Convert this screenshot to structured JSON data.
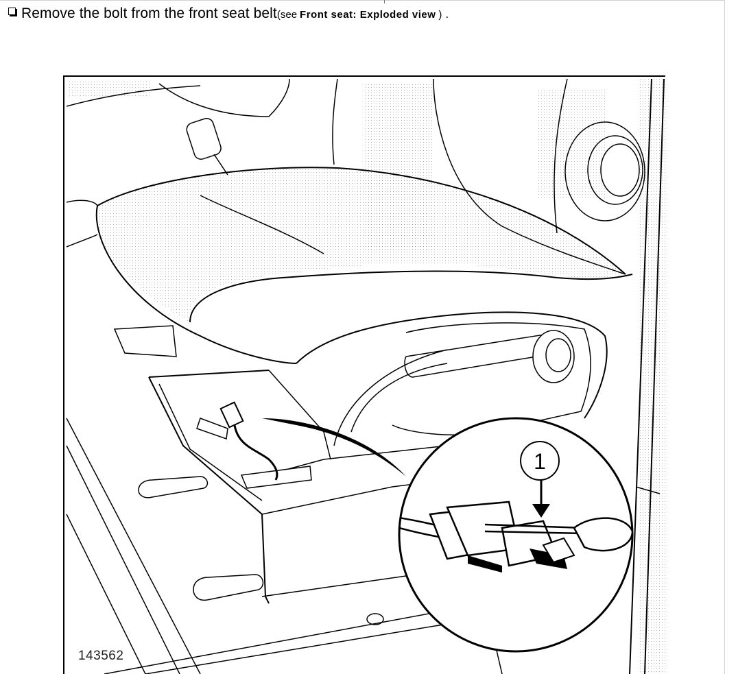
{
  "step": {
    "text": "Remove the bolt from the front seat belt",
    "paren_open": "(see",
    "reference_link": "Front seat: Exploded view",
    "paren_close": ")",
    "terminator": "."
  },
  "figure": {
    "number": "143562",
    "callout": "1"
  }
}
